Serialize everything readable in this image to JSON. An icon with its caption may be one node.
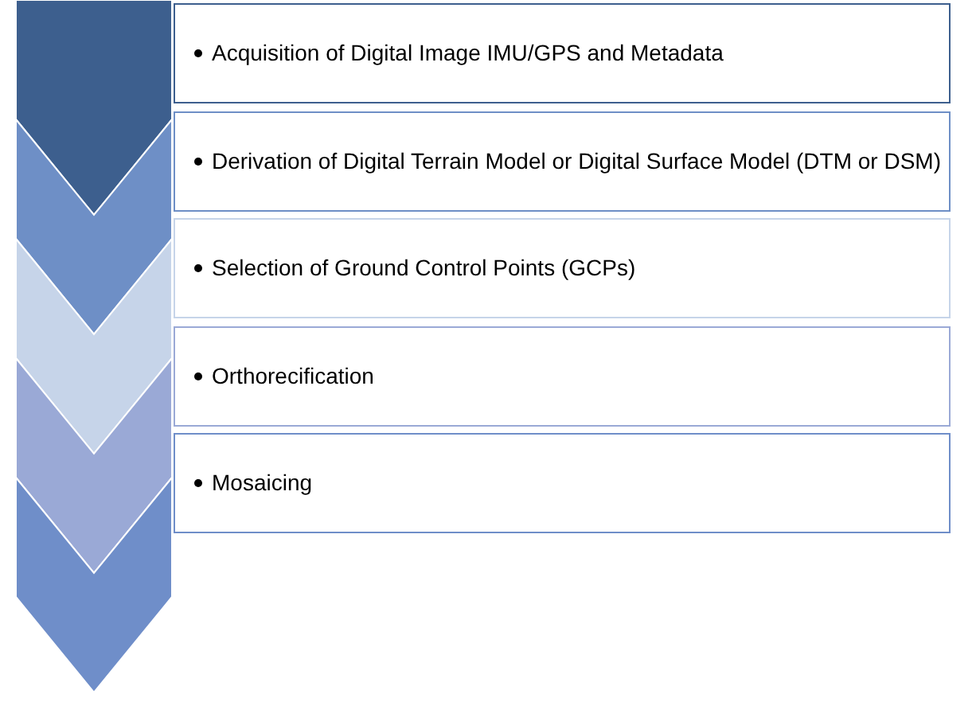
{
  "diagram": {
    "nodes": [
      {
        "text": [],
        "shape": "chevron"
      },
      {
        "text": [
          "Acquisition of Digital Image IMU/GPS and Metadata"
        ]
      },
      {
        "text": [],
        "shape": "chevron"
      },
      {
        "text": [
          "Derivation of Digital Terrain Model or Digital Surface Model (DTM or DSM)"
        ]
      },
      {
        "text": [],
        "shape": "chevron"
      },
      {
        "text": [
          "Selection of Ground Control Points (GCPs)"
        ]
      },
      {
        "text": [],
        "shape": "chevron"
      },
      {
        "text": [
          "Orthorecification"
        ]
      },
      {
        "text": [],
        "shape": "chevron"
      },
      {
        "text": [
          "Mosaicing"
        ]
      }
    ]
  }
}
